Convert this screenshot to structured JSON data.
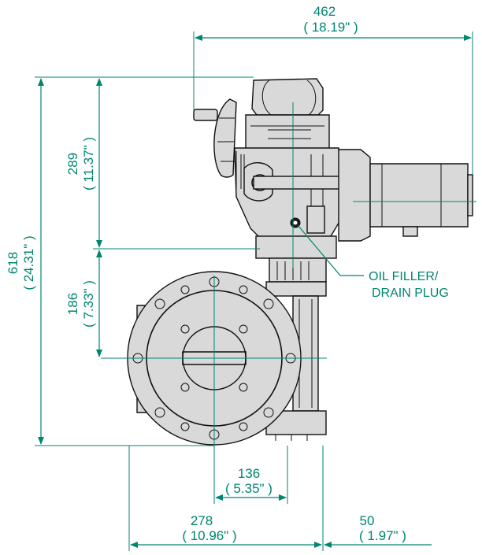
{
  "dimensions": {
    "overall_width": {
      "mm": "462",
      "in": "( 18.19\" )"
    },
    "overall_height": {
      "mm": "618",
      "in": "( 24.31\" )"
    },
    "upper_height": {
      "mm": "289",
      "in": "( 11.37\" )"
    },
    "lower_height": {
      "mm": "186",
      "in": "( 7.33\" )"
    },
    "center_offset": {
      "mm": "136",
      "in": "( 5.35\" )"
    },
    "base_width": {
      "mm": "278",
      "in": "( 10.96\" )"
    },
    "right_offset": {
      "mm": "50",
      "in": "( 1.97\" )"
    }
  },
  "callout": {
    "line1": "OIL FILLER/",
    "line2": "DRAIN PLUG"
  },
  "colors": {
    "dimension": "#00856f",
    "drawing": "#111111"
  }
}
